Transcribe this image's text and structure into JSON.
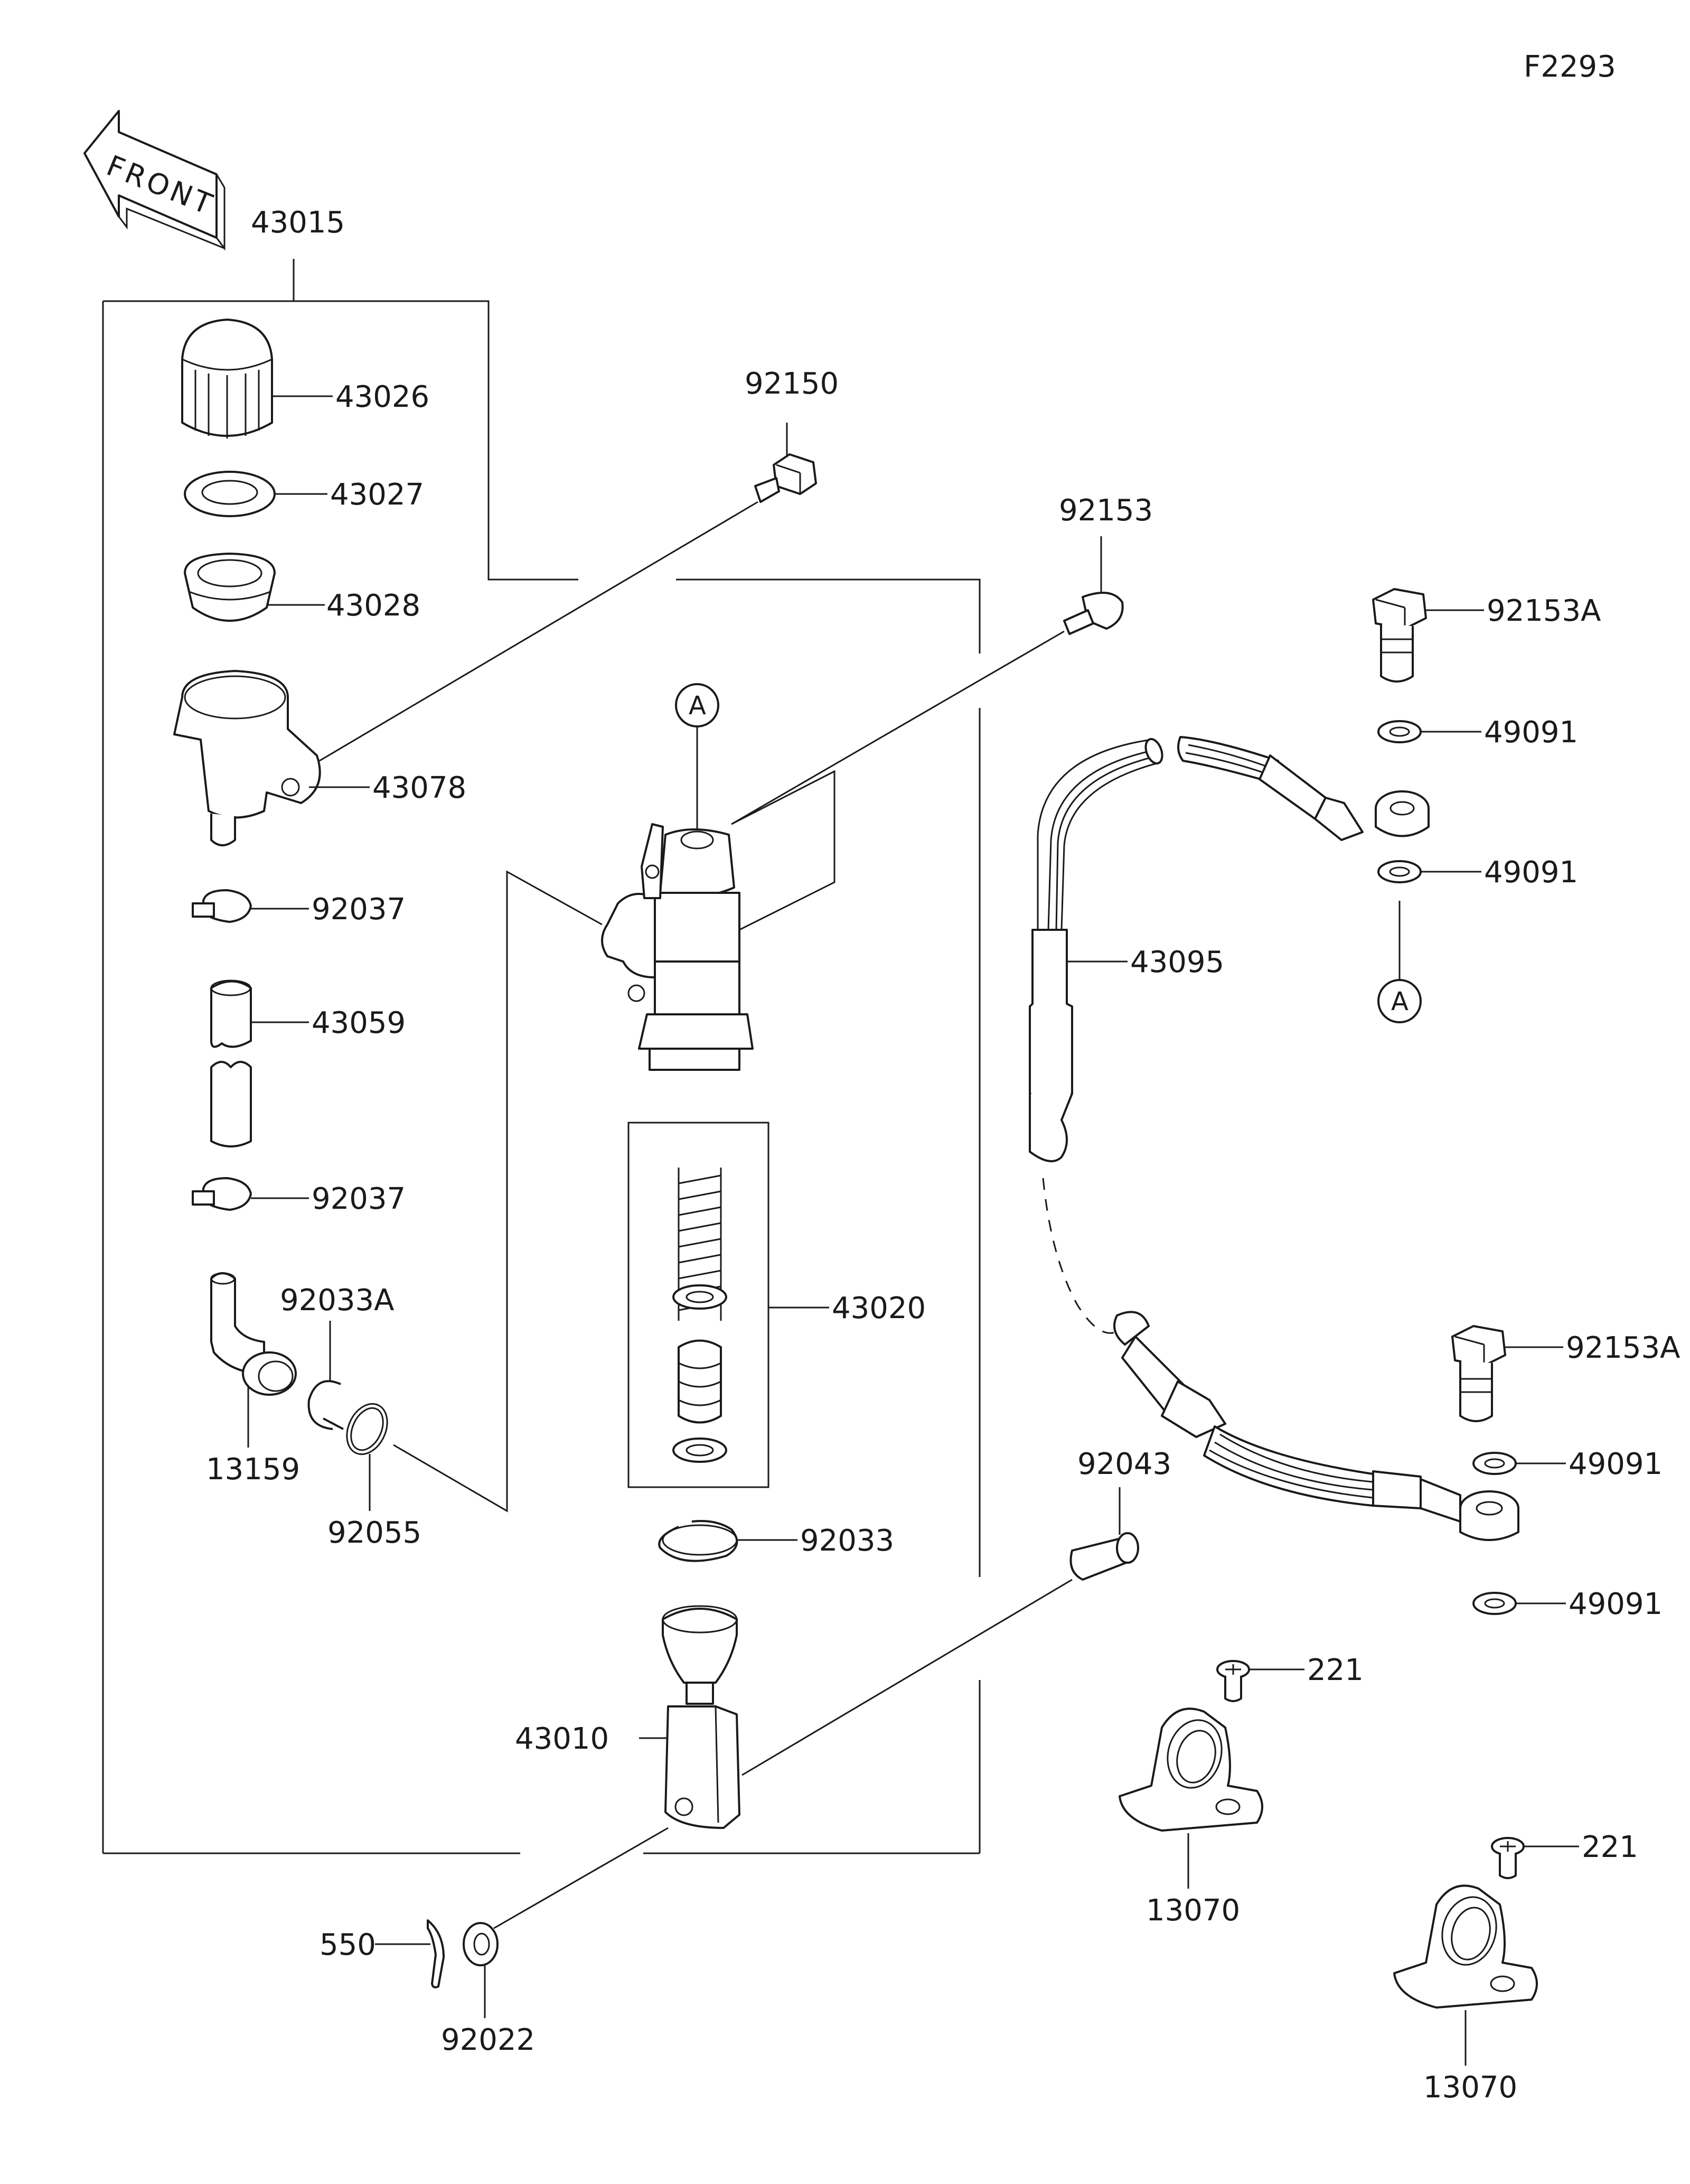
{
  "figure_code": "F2293",
  "front_label": "FRONT",
  "reference_marker": "A",
  "labels": {
    "p43015": "43015",
    "p43026": "43026",
    "p43027": "43027",
    "p43028": "43028",
    "p43078": "43078",
    "p92037a": "92037",
    "p43059": "43059",
    "p92037b": "92037",
    "p92033A": "92033A",
    "p13159": "13159",
    "p92055": "92055",
    "p92150": "92150",
    "p92153": "92153",
    "p43020": "43020",
    "p92033": "92033",
    "p43010": "43010",
    "p550": "550",
    "p92022": "92022",
    "p92043": "92043",
    "p43095": "43095",
    "p92153A_top": "92153A",
    "p49091_1": "49091",
    "p49091_2": "49091",
    "p92153A_bot": "92153A",
    "p49091_3": "49091",
    "p49091_4": "49091",
    "p221_a": "221",
    "p13070_a": "13070",
    "p221_b": "221",
    "p13070_b": "13070"
  }
}
